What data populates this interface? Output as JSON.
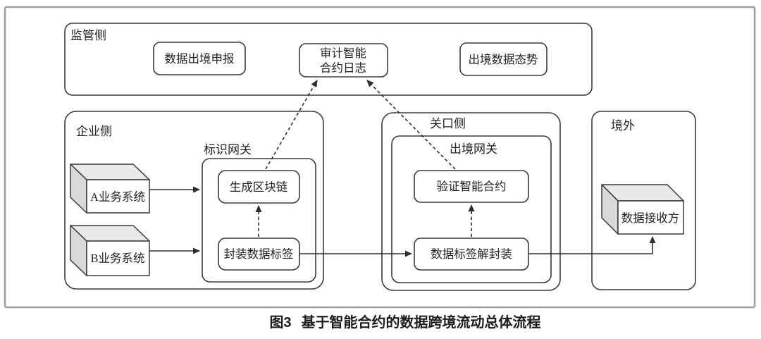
{
  "figure": {
    "caption_prefix": "图3",
    "caption_text": "基于智能合约的数据跨境流动总体流程"
  },
  "regulator": {
    "label": "监管侧",
    "declare": "数据出境申报",
    "audit_line1": "审计智能",
    "audit_line2": "合约日志",
    "situation": "出境数据态势"
  },
  "enterprise": {
    "label": "企业侧",
    "system_a": "A业务系统",
    "system_b": "B业务系统",
    "id_gateway_label": "标识网关",
    "generate_chain": "生成区块链",
    "encapsulate": "封装数据标签"
  },
  "checkpoint": {
    "label": "关口侧",
    "exit_gateway_label": "出境网关",
    "verify": "验证智能合约",
    "decapsulate": "数据标签解封装"
  },
  "overseas": {
    "label": "境外",
    "receiver": "数据接收方"
  },
  "colors": {
    "stroke": "#2e2e2e",
    "outer_border": "#9e9e9e",
    "face_top": "#e9e9e9",
    "face_side": "#d9d9d9"
  }
}
